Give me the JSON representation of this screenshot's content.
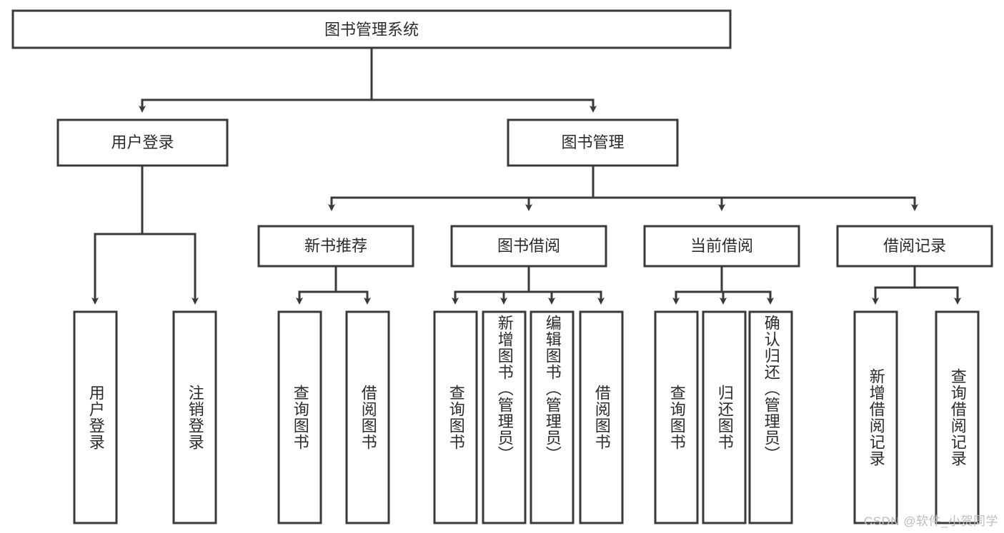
{
  "diagram": {
    "type": "tree-hierarchy-chart",
    "title_node": "图书管理系统",
    "colors": {
      "stroke": "#3a3a3a",
      "node_fill": "#ffffff",
      "text": "#2b2b2b",
      "background": "#ffffff",
      "watermark": "#bdbdbd"
    },
    "levels": [
      {
        "level": 1,
        "nodes": [
          {
            "id": "root",
            "label": "图书管理系统",
            "orientation": "horizontal"
          }
        ]
      },
      {
        "level": 2,
        "nodes": [
          {
            "id": "login",
            "label": "用户登录",
            "orientation": "horizontal",
            "parent": "root"
          },
          {
            "id": "bookmgmt",
            "label": "图书管理",
            "orientation": "horizontal",
            "parent": "root"
          }
        ]
      },
      {
        "level": 3,
        "nodes": [
          {
            "id": "newbook",
            "label": "新书推荐",
            "orientation": "horizontal",
            "parent": "bookmgmt"
          },
          {
            "id": "borrow",
            "label": "图书借阅",
            "orientation": "horizontal",
            "parent": "bookmgmt"
          },
          {
            "id": "current",
            "label": "当前借阅",
            "orientation": "horizontal",
            "parent": "bookmgmt"
          },
          {
            "id": "records",
            "label": "借阅记录",
            "orientation": "horizontal",
            "parent": "bookmgmt"
          }
        ]
      },
      {
        "level": 4,
        "nodes": [
          {
            "id": "leaf-1",
            "label": "用户登录",
            "orientation": "vertical",
            "parent": "login"
          },
          {
            "id": "leaf-2",
            "label": "注销登录",
            "orientation": "vertical",
            "parent": "login"
          },
          {
            "id": "leaf-3",
            "label": "查询图书",
            "orientation": "vertical",
            "parent": "newbook"
          },
          {
            "id": "leaf-4",
            "label": "借阅图书",
            "orientation": "vertical",
            "parent": "newbook"
          },
          {
            "id": "leaf-5",
            "label": "查询图书",
            "orientation": "vertical",
            "parent": "borrow"
          },
          {
            "id": "leaf-6",
            "label": "新增图书（管理员）",
            "orientation": "vertical",
            "parent": "borrow"
          },
          {
            "id": "leaf-7",
            "label": "编辑图书（管理员）",
            "orientation": "vertical",
            "parent": "borrow"
          },
          {
            "id": "leaf-8",
            "label": "借阅图书",
            "orientation": "vertical",
            "parent": "borrow"
          },
          {
            "id": "leaf-9",
            "label": "查询图书",
            "orientation": "vertical",
            "parent": "current"
          },
          {
            "id": "leaf-10",
            "label": "归还图书",
            "orientation": "vertical",
            "parent": "current"
          },
          {
            "id": "leaf-11",
            "label": "确认归还（管理员）",
            "orientation": "vertical",
            "parent": "current"
          },
          {
            "id": "leaf-12",
            "label": "新增借阅记录",
            "orientation": "vertical",
            "parent": "records"
          },
          {
            "id": "leaf-13",
            "label": "查询借阅记录",
            "orientation": "vertical",
            "parent": "records"
          }
        ]
      }
    ]
  },
  "watermark": {
    "text": "CSDN @软件_小贺同学"
  }
}
